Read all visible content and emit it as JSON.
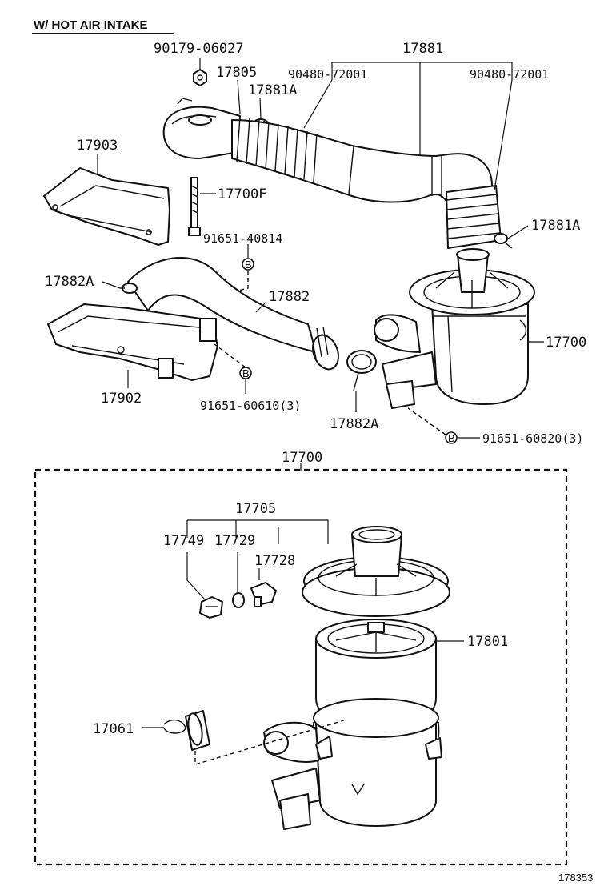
{
  "header": {
    "title": "W/ HOT AIR INTAKE"
  },
  "reference_number": "178353",
  "labels": {
    "p90179_06027": "90179-06027",
    "p17805": "17805",
    "p17881A_top": "17881A",
    "p90480_72001_a": "90480-72001",
    "p17881": "17881",
    "p90480_72001_b": "90480-72001",
    "p17903": "17903",
    "p17700F": "17700F",
    "p91651_40814": "91651-40814",
    "p17881A_right": "17881A",
    "p17882A_left": "17882A",
    "p17882": "17882",
    "p17700_top": "17700",
    "p17902": "17902",
    "p91651_60610": "91651-60610(3)",
    "p17882A_bottom": "17882A",
    "p91651_60820": "91651-60820(3)",
    "p17700_box": "17700",
    "p17705": "17705",
    "p17749": "17749",
    "p17729": "17729",
    "p17728": "17728",
    "p17801": "17801",
    "p17061": "17061"
  },
  "bolt_marker": "B"
}
